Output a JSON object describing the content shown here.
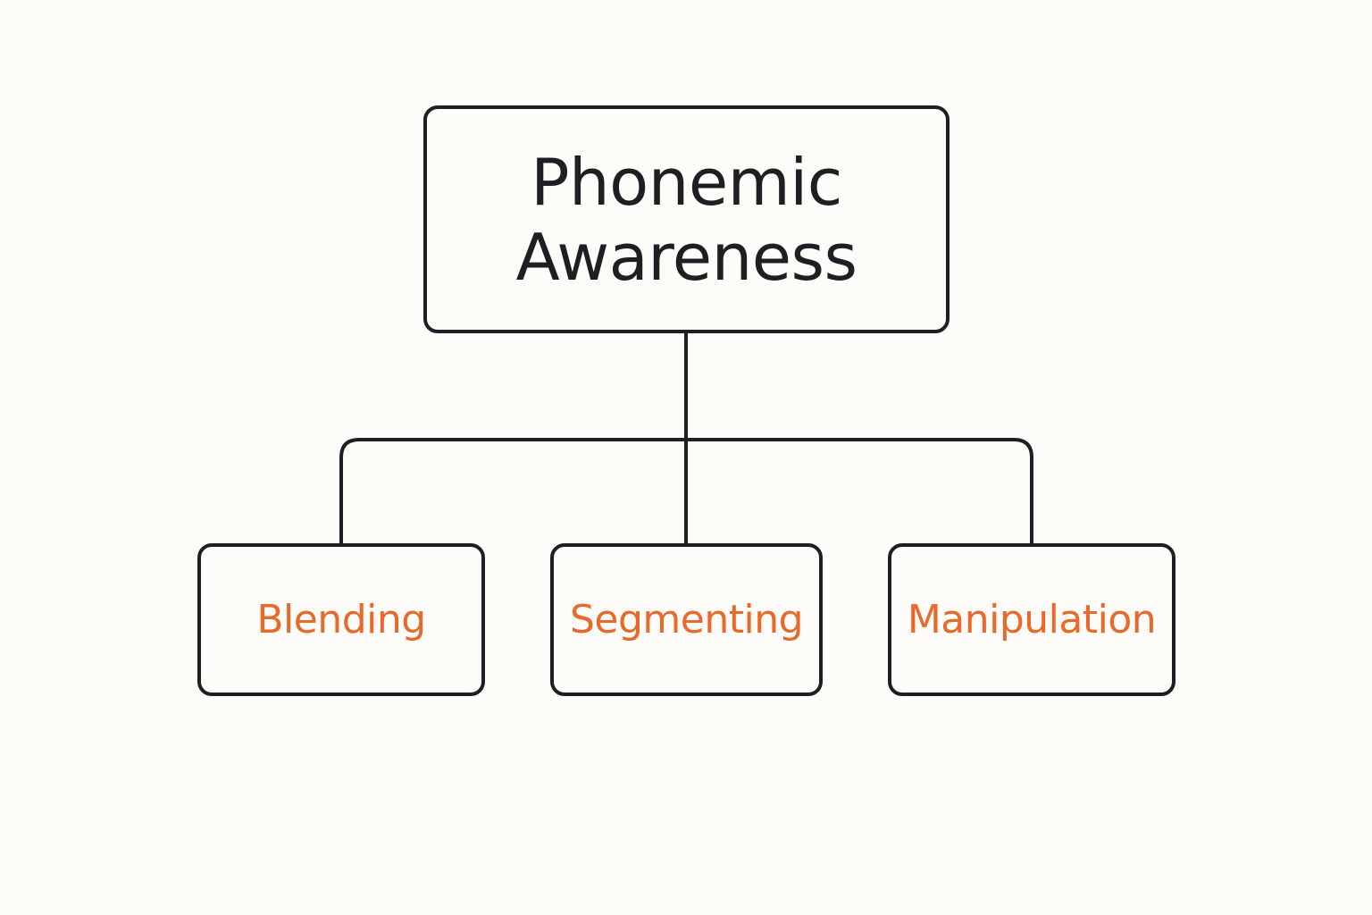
{
  "diagram": {
    "root": {
      "lines": [
        "Phonemic",
        "Awareness"
      ]
    },
    "children": [
      {
        "label": "Blending"
      },
      {
        "label": "Segmenting"
      },
      {
        "label": "Manipulation"
      }
    ]
  },
  "colors": {
    "line": "#1d1f22",
    "root_text": "#1d1f22",
    "child_text": "#e8692a",
    "background": "#fdfcf9"
  }
}
